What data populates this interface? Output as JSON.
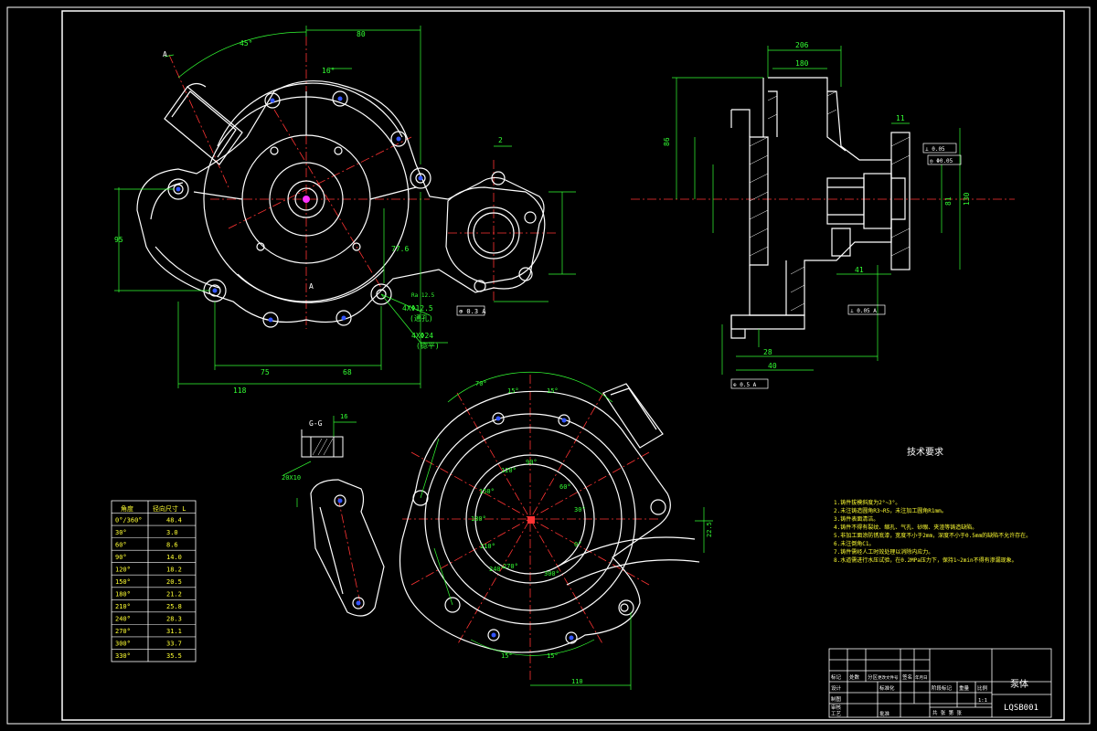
{
  "colors": {
    "background": "#000000",
    "outline": "#ffffff",
    "dimension": "#33ff33",
    "centerline": "#ff3333",
    "note": "#ffff33",
    "accent": "#33ffff",
    "hole": "#ff33ff"
  },
  "top_view": {
    "dims": {
      "d80": "80",
      "d45": "45°",
      "d16": "16°",
      "d2": "2",
      "d95": "95",
      "d118": "118",
      "d75": "75",
      "d68": "68",
      "d776": "77.6",
      "dA": "A"
    },
    "notes": {
      "holes": "4XΦ12.5",
      "holes_sub": "(通孔)",
      "holes2": "4XΦ24",
      "holes2_sub": "(锪平)",
      "tol": "⊕ 0.3 A",
      "rough": "Ra 12.5"
    }
  },
  "section_view": {
    "dims": {
      "d206": "206",
      "d180": "180",
      "d11": "11",
      "d41": "41",
      "d28": "28",
      "d40": "40",
      "d86": "86",
      "d130": "130",
      "d81": "81"
    },
    "tols": [
      "⊥ 0.05",
      "◎ Φ0.05",
      "⊥ 0.05 A",
      "⊕ 0.5 A"
    ]
  },
  "bottom_view": {
    "dims": {
      "a15a": "15°",
      "a15b": "15°",
      "a70": "70°",
      "a90": "90°",
      "a120": "120°",
      "a150": "150°",
      "a180": "180°",
      "a210": "210°",
      "a240": "240°",
      "a270": "270°",
      "a300": "300°",
      "a0": "0°",
      "a30": "30°",
      "a60": "60°",
      "d110": "110",
      "d16": "16",
      "d225": "22.5"
    },
    "section_label": "G-G",
    "detail_dim": "20X10"
  },
  "angle_table": {
    "headers": [
      "角度",
      "径向尺寸 L"
    ],
    "rows": [
      [
        "0°/360°",
        "48.4"
      ],
      [
        "30°",
        "3.0"
      ],
      [
        "60°",
        "8.6"
      ],
      [
        "90°",
        "14.0"
      ],
      [
        "120°",
        "18.2"
      ],
      [
        "150°",
        "20.5"
      ],
      [
        "180°",
        "21.2"
      ],
      [
        "210°",
        "25.8"
      ],
      [
        "240°",
        "28.3"
      ],
      [
        "270°",
        "31.1"
      ],
      [
        "300°",
        "33.7"
      ],
      [
        "330°",
        "35.5"
      ]
    ]
  },
  "tech_req": {
    "title": "技术要求",
    "items": [
      "1.铸件拔模斜度为2°~3°。",
      "2.未注铸造圆角R3~R5，未注加工圆角R1mm。",
      "3.铸件表面清洁。",
      "4.铸件不得有裂纹、缩孔、气孔、砂眼、夹渣等铸造缺陷。",
      "5.非加工面涂防锈底漆，宽度不小于2mm，深度不小于0.5mm的缺陷不允许存在。",
      "6.未注倒角C1。",
      "7.铸件需经人工时效处理以消除内应力。",
      "8.水道需进行水压试验，在0.2MPa压力下，保持1~2min不得有渗漏现象。"
    ]
  },
  "title_block": {
    "part_name": "泵体",
    "drawing_no": "LQSB001",
    "row_labels": [
      "标记",
      "设计",
      "制图",
      "审核",
      "工艺"
    ],
    "col_labels": [
      "处数",
      "分区",
      "更改文件号",
      "签名",
      "年月日"
    ],
    "std_label": "标准化",
    "approve_label": "批准",
    "stage_labels": [
      "阶段标记",
      "重量",
      "比例"
    ],
    "scale": "1:1",
    "sheet_info": "共  张  第  张"
  }
}
